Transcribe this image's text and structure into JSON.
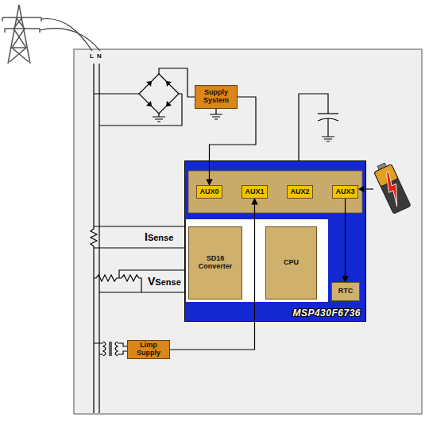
{
  "diagram": {
    "nodes": [
      {
        "text": [
          "Supply System"
        ]
      },
      {
        "text": [
          "MSP430F6736"
        ]
      },
      {
        "text": [
          "AUX0"
        ],
        "in": 1
      },
      {
        "text": [
          "AUX1"
        ],
        "in": 1
      },
      {
        "text": [
          "AUX2"
        ],
        "in": 1
      },
      {
        "text": [
          "AUX3"
        ],
        "in": 1
      },
      {
        "text": [
          "SD16 Converter"
        ],
        "in": 1
      },
      {
        "text": [
          "CPU"
        ],
        "in": 1
      },
      {
        "text": [
          "RTC"
        ],
        "in": 1
      },
      {
        "text": [
          "Limp Supply"
        ]
      }
    ],
    "edges": [
      {
        "from": 0,
        "to": 2,
        "arrow": "to"
      },
      {
        "from": 5,
        "to": 8,
        "arrow": "to"
      },
      {
        "from": 9,
        "to": 3,
        "arrow": "to"
      }
    ],
    "labels": [
      "L",
      "N",
      "ISense",
      "VSense"
    ]
  }
}
